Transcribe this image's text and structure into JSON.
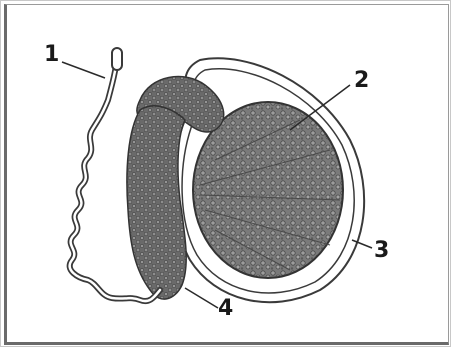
{
  "labels": {
    "l1": "1",
    "l2": "2",
    "l3": "3",
    "l4": "4"
  },
  "colors": {
    "ink": "#3a3a3a",
    "fill_dark": "#6e6e6e",
    "fill_mid": "#8a8a8a",
    "background": "#ffffff"
  }
}
